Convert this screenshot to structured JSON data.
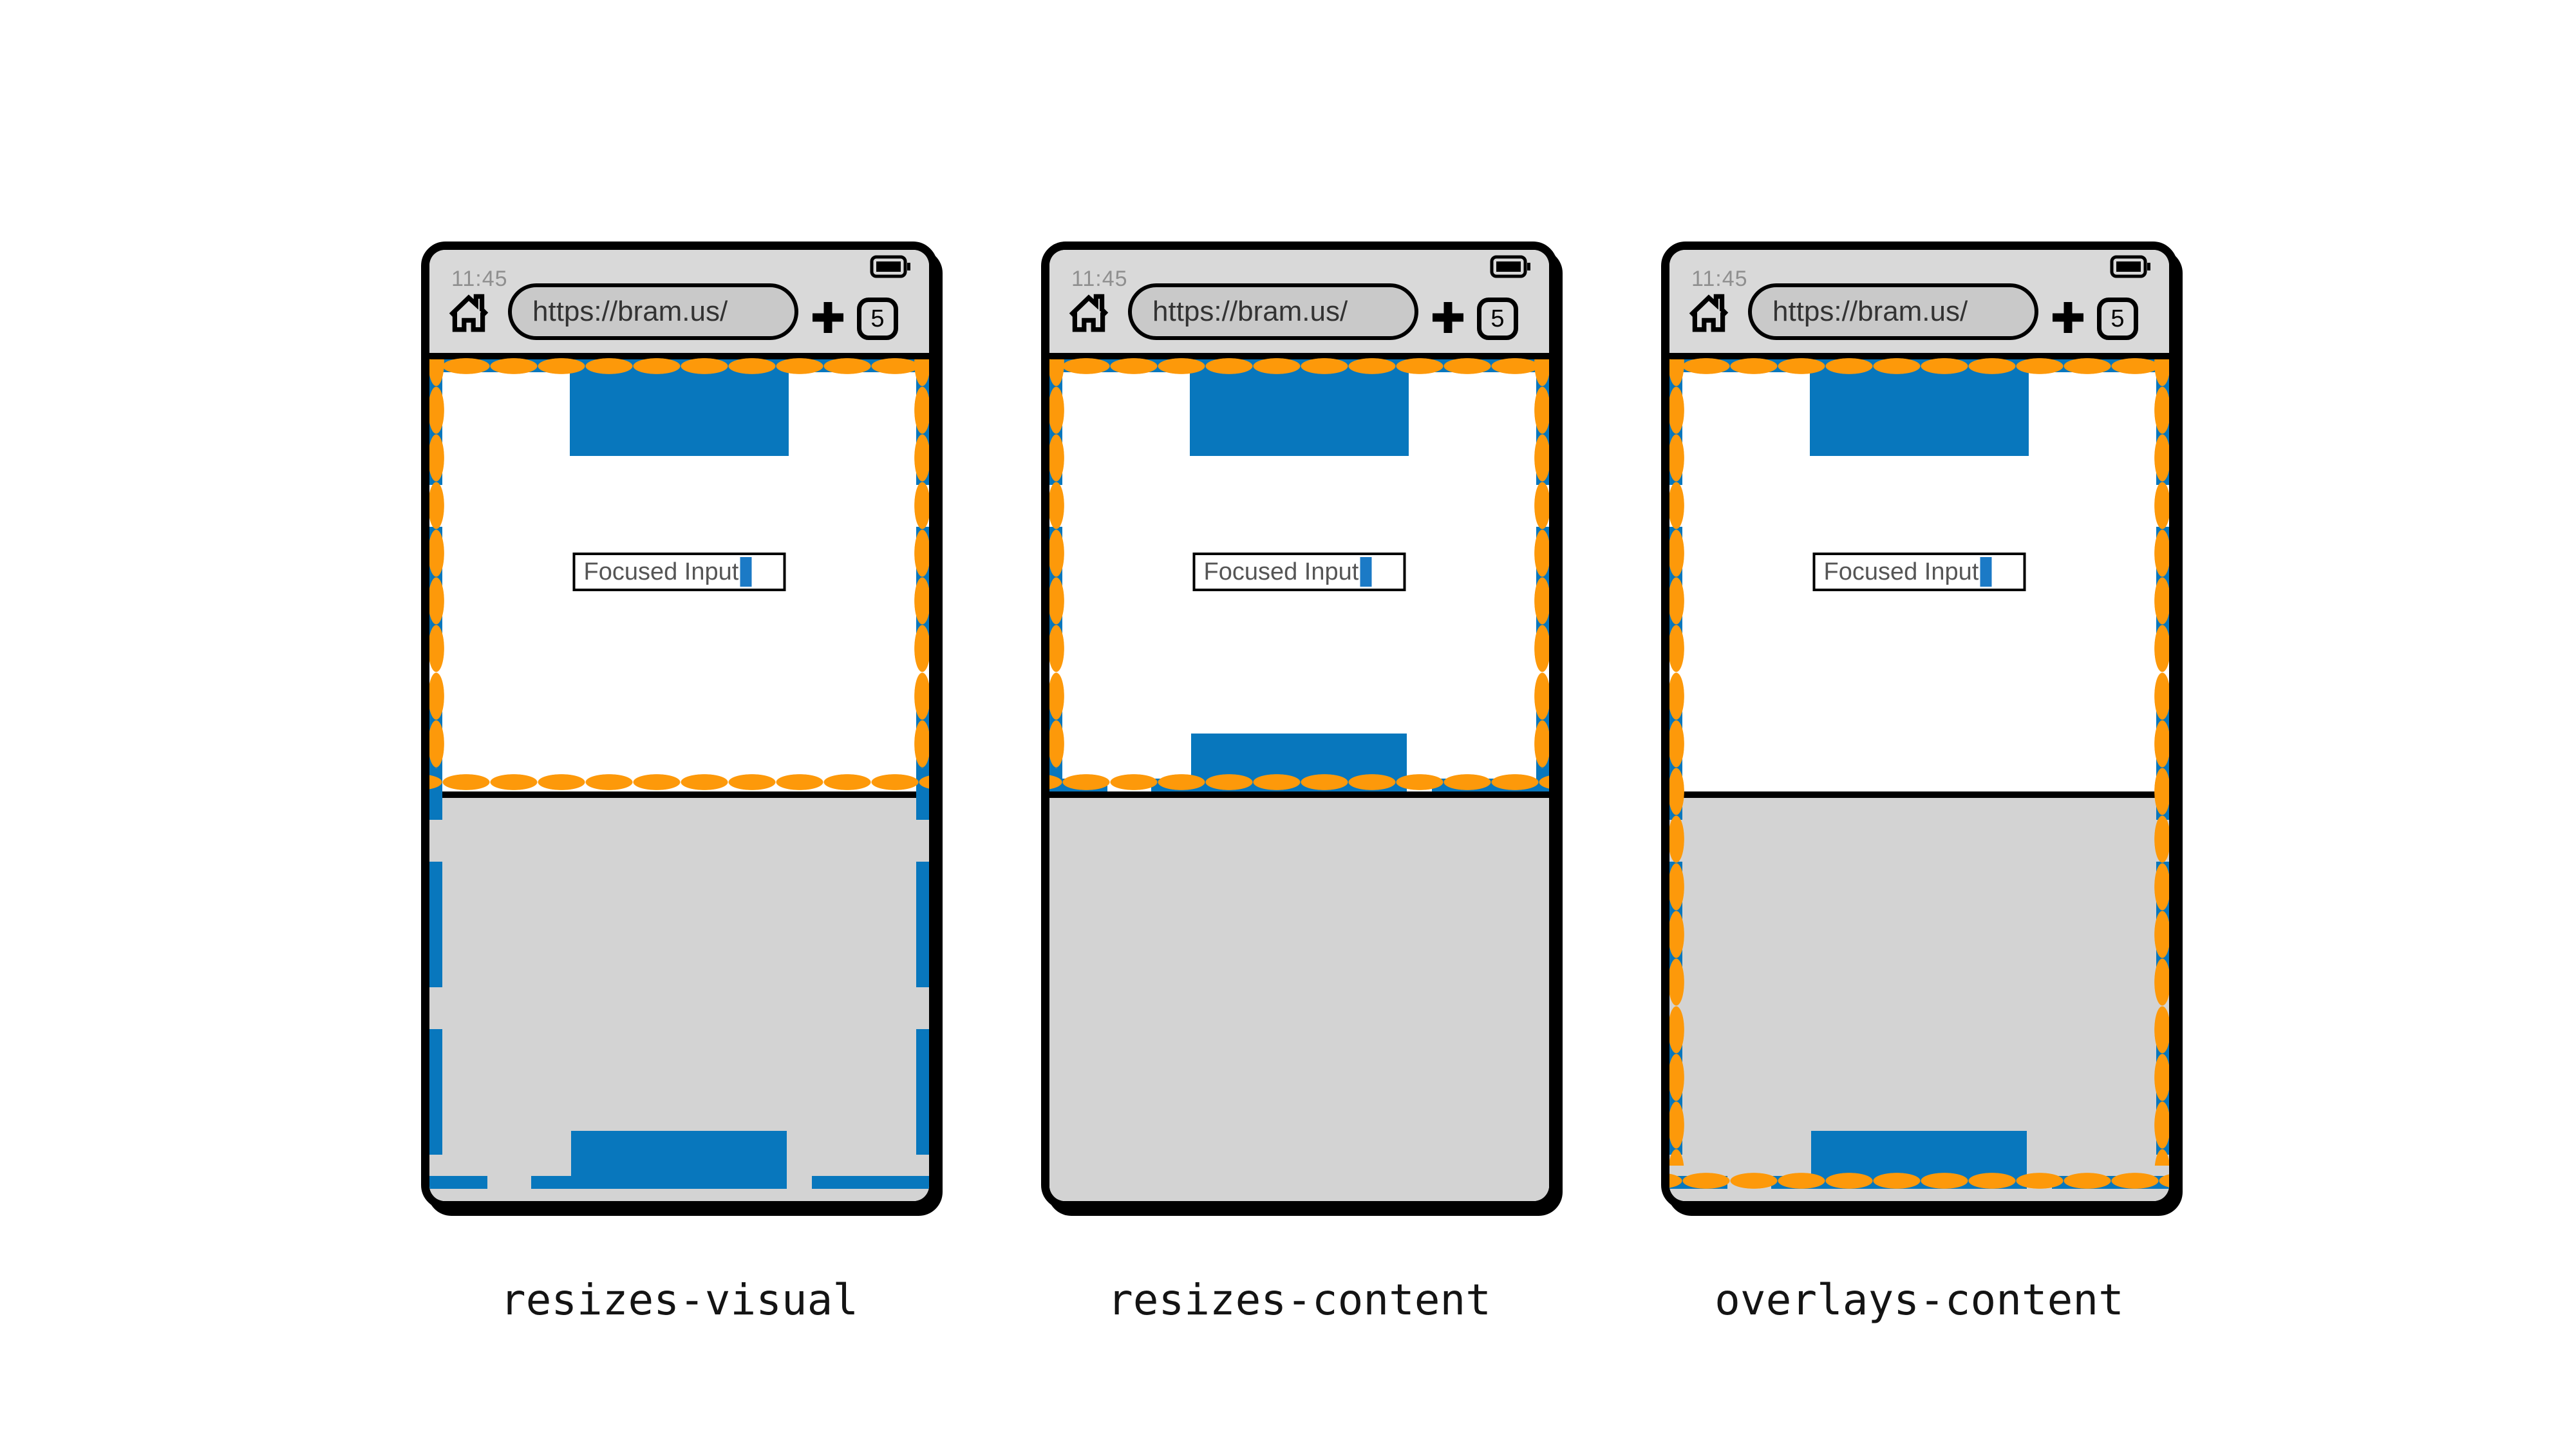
{
  "colors": {
    "blue": "#0877bd",
    "orange": "#fd990a",
    "chrome_gray": "#d9d9d9",
    "url_pill_gray": "#c9c9c9",
    "keyboard_gray": "#d3d3d3",
    "caret_blue": "#1b7ac6"
  },
  "phones": [
    {
      "mode": "resizes-visual",
      "label": "resizes-visual",
      "status": {
        "time": "11:45",
        "battery_icon": "battery-full-icon"
      },
      "browser": {
        "home_icon": "home-icon",
        "url": "https://bram.us/",
        "plus_icon": "plus-icon",
        "tab_count": "5"
      },
      "input_value": "Focused Input"
    },
    {
      "mode": "resizes-content",
      "label": "resizes-content",
      "status": {
        "time": "11:45",
        "battery_icon": "battery-full-icon"
      },
      "browser": {
        "home_icon": "home-icon",
        "url": "https://bram.us/",
        "plus_icon": "plus-icon",
        "tab_count": "5"
      },
      "input_value": "Focused Input"
    },
    {
      "mode": "overlays-content",
      "label": "overlays-content",
      "status": {
        "time": "11:45",
        "battery_icon": "battery-full-icon"
      },
      "browser": {
        "home_icon": "home-icon",
        "url": "https://bram.us/",
        "plus_icon": "plus-icon",
        "tab_count": "5"
      },
      "input_value": "Focused Input"
    }
  ]
}
